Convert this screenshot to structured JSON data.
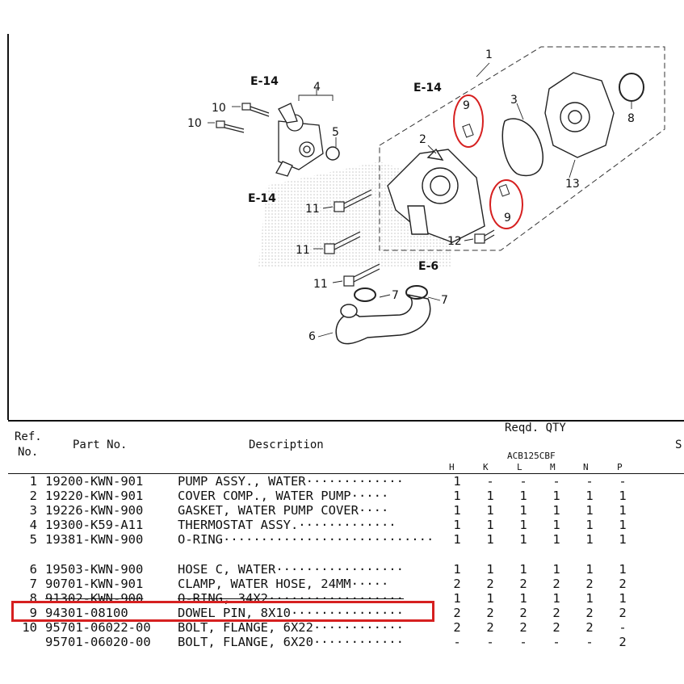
{
  "diagram": {
    "callouts": [
      "1",
      "2",
      "3",
      "4",
      "5",
      "6",
      "7",
      "7",
      "8",
      "9",
      "9",
      "10",
      "10",
      "11",
      "11",
      "11",
      "12",
      "13"
    ],
    "section_refs": [
      "E-14",
      "E-14",
      "E-14",
      "E-6"
    ],
    "highlight_color": "#d62020"
  },
  "table": {
    "header": {
      "ref_no": [
        "Ref.",
        "No."
      ],
      "part_no": "Part No.",
      "description": "Description",
      "reqd_qty": "Reqd. QTY",
      "model": "ACB125CBF",
      "cols": [
        "H",
        "K",
        "L",
        "M",
        "N",
        "P"
      ],
      "sc": "S("
    },
    "rows": [
      {
        "ref": "1",
        "part": "19200-KWN-901",
        "desc": "PUMP ASSY., WATER·············",
        "q": [
          "1",
          "-",
          "-",
          "-",
          "-",
          "-"
        ]
      },
      {
        "ref": "2",
        "part": "19220-KWN-901",
        "desc": "COVER COMP., WATER PUMP·····",
        "q": [
          "1",
          "1",
          "1",
          "1",
          "1",
          "1"
        ]
      },
      {
        "ref": "3",
        "part": "19226-KWN-900",
        "desc": "GASKET, WATER PUMP COVER····",
        "q": [
          "1",
          "1",
          "1",
          "1",
          "1",
          "1"
        ]
      },
      {
        "ref": "4",
        "part": "19300-K59-A11",
        "desc": "THERMOSTAT ASSY.·············",
        "q": [
          "1",
          "1",
          "1",
          "1",
          "1",
          "1"
        ]
      },
      {
        "ref": "5",
        "part": "19381-KWN-900",
        "desc": "O-RING····························",
        "q": [
          "1",
          "1",
          "1",
          "1",
          "1",
          "1"
        ]
      },
      {
        "ref": "6",
        "part": "19503-KWN-900",
        "desc": "HOSE C, WATER·················",
        "q": [
          "1",
          "1",
          "1",
          "1",
          "1",
          "1"
        ]
      },
      {
        "ref": "7",
        "part": "90701-KWN-901",
        "desc": "CLAMP, WATER HOSE, 24MM·····",
        "q": [
          "2",
          "2",
          "2",
          "2",
          "2",
          "2"
        ]
      },
      {
        "ref": "8",
        "part": "91302-KWN-900",
        "desc": "O-RING, 34X2··················",
        "q": [
          "1",
          "1",
          "1",
          "1",
          "1",
          "1"
        ]
      },
      {
        "ref": "9",
        "part": "94301-08100",
        "desc": "DOWEL PIN, 8X10···············",
        "q": [
          "2",
          "2",
          "2",
          "2",
          "2",
          "2"
        ]
      },
      {
        "ref": "10",
        "part": "95701-06022-00",
        "desc": "BOLT, FLANGE, 6X22············",
        "q": [
          "2",
          "2",
          "2",
          "2",
          "2",
          "-"
        ]
      },
      {
        "ref": "",
        "part": "95701-06020-00",
        "desc": "BOLT, FLANGE, 6X20············",
        "q": [
          "-",
          "-",
          "-",
          "-",
          "-",
          "2"
        ]
      }
    ]
  }
}
